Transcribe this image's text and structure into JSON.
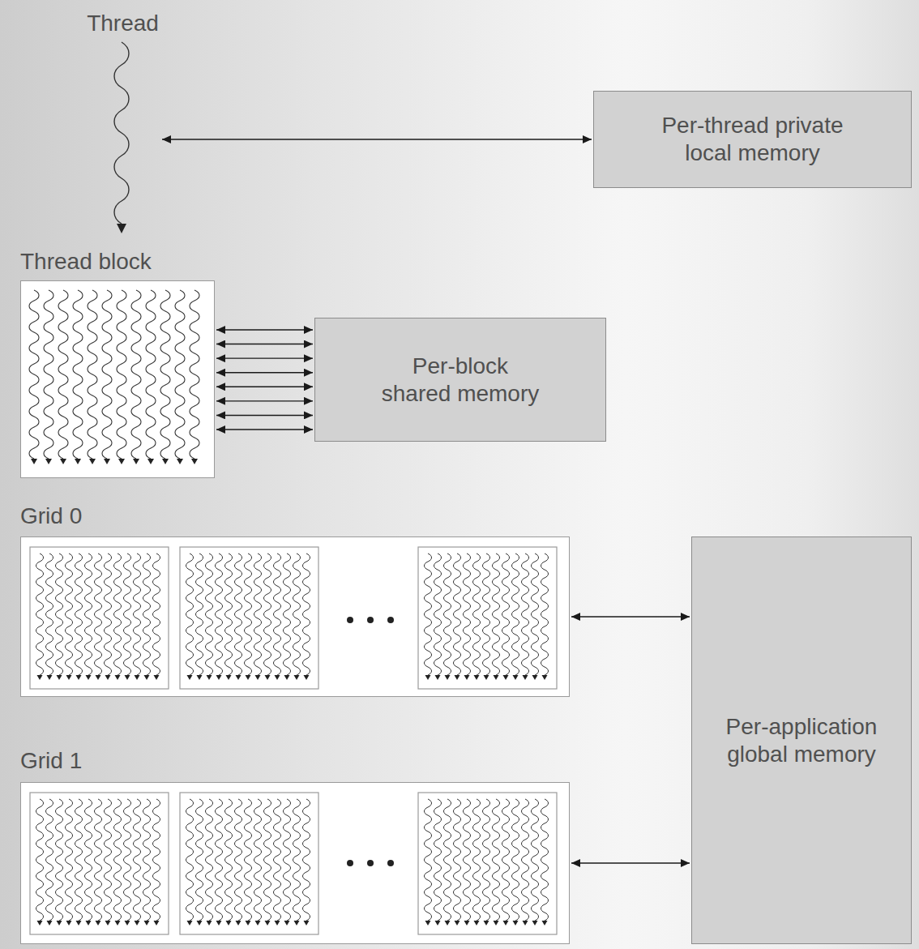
{
  "diagram": {
    "nodes": [
      {
        "text": [
          "Thread"
        ]
      },
      {
        "text": [
          "Per-thread private local memory"
        ]
      },
      {
        "text": [
          "Thread block"
        ]
      },
      {
        "text": [
          "Per-block shared memory"
        ]
      },
      {
        "text": [
          "Grid 0"
        ]
      },
      {
        "text": [
          "Per-application global memory"
        ]
      },
      {
        "text": [
          "Grid 1"
        ]
      }
    ],
    "edges": [
      {
        "from": 0,
        "to": 1,
        "arrow": "both"
      },
      {
        "from": 2,
        "to": 3,
        "arrow": "both"
      },
      {
        "from": 2,
        "to": 3,
        "arrow": "both"
      },
      {
        "from": 2,
        "to": 3,
        "arrow": "both"
      },
      {
        "from": 2,
        "to": 3,
        "arrow": "both"
      },
      {
        "from": 2,
        "to": 3,
        "arrow": "both"
      },
      {
        "from": 2,
        "to": 3,
        "arrow": "both"
      },
      {
        "from": 2,
        "to": 3,
        "arrow": "both"
      },
      {
        "from": 2,
        "to": 3,
        "arrow": "both"
      },
      {
        "from": 4,
        "to": 5,
        "arrow": "both"
      },
      {
        "from": 6,
        "to": 5,
        "arrow": "both"
      }
    ]
  }
}
